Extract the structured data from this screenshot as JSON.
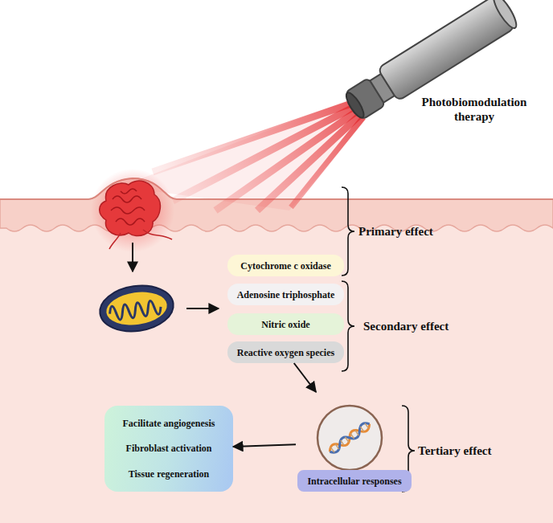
{
  "diagram": {
    "nodes": [
      {
        "text": [
          "Cytochrome c oxidase"
        ]
      },
      {
        "text": [
          "Adenosine triphosphate"
        ]
      },
      {
        "text": [
          "Nitric oxide"
        ]
      },
      {
        "text": [
          "Reactive oxygen species"
        ]
      },
      {
        "text": [
          "Intracellular responses"
        ]
      },
      {
        "text": [
          "Facilitate angiogenesis",
          "Fibroblast activation",
          "Tissue regeneration"
        ]
      }
    ],
    "edges": [
      {
        "from": 3,
        "to": 4,
        "arrow": "to"
      },
      {
        "from": 4,
        "to": 5,
        "arrow": "to"
      }
    ],
    "labels": [
      "Photobiomodulation therapy",
      "Primary effect",
      "Secondary effect",
      "Tertiary effect"
    ]
  }
}
